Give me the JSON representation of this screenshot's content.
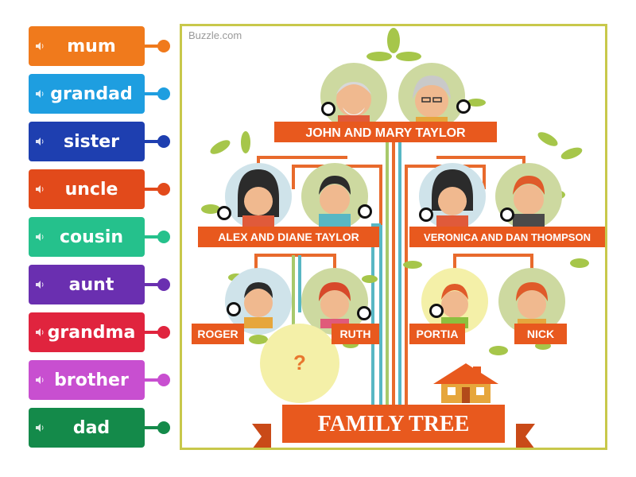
{
  "words": [
    {
      "label": "mum",
      "color": "#f07a1c"
    },
    {
      "label": "grandad",
      "color": "#1e9ee0"
    },
    {
      "label": "sister",
      "color": "#1e3fb0"
    },
    {
      "label": "uncle",
      "color": "#e24a1b"
    },
    {
      "label": "cousin",
      "color": "#25c18c"
    },
    {
      "label": "aunt",
      "color": "#6a2fb0"
    },
    {
      "label": "grandma",
      "color": "#e0243e"
    },
    {
      "label": "brother",
      "color": "#c84fd0"
    },
    {
      "label": "dad",
      "color": "#148a4a"
    }
  ],
  "image": {
    "watermark": "Buzzle.com",
    "grandparents": "JOHN AND MARY TAYLOR",
    "left_couple": "ALEX AND DIANE TAYLOR",
    "right_couple": "VERONICA AND DAN THOMPSON",
    "child1": "ROGER",
    "child2": "RUTH",
    "child3": "PORTIA",
    "child4": "NICK",
    "unknown": "?",
    "banner": "FAMILY TREE"
  },
  "icons": {
    "speaker": "speaker-icon"
  }
}
